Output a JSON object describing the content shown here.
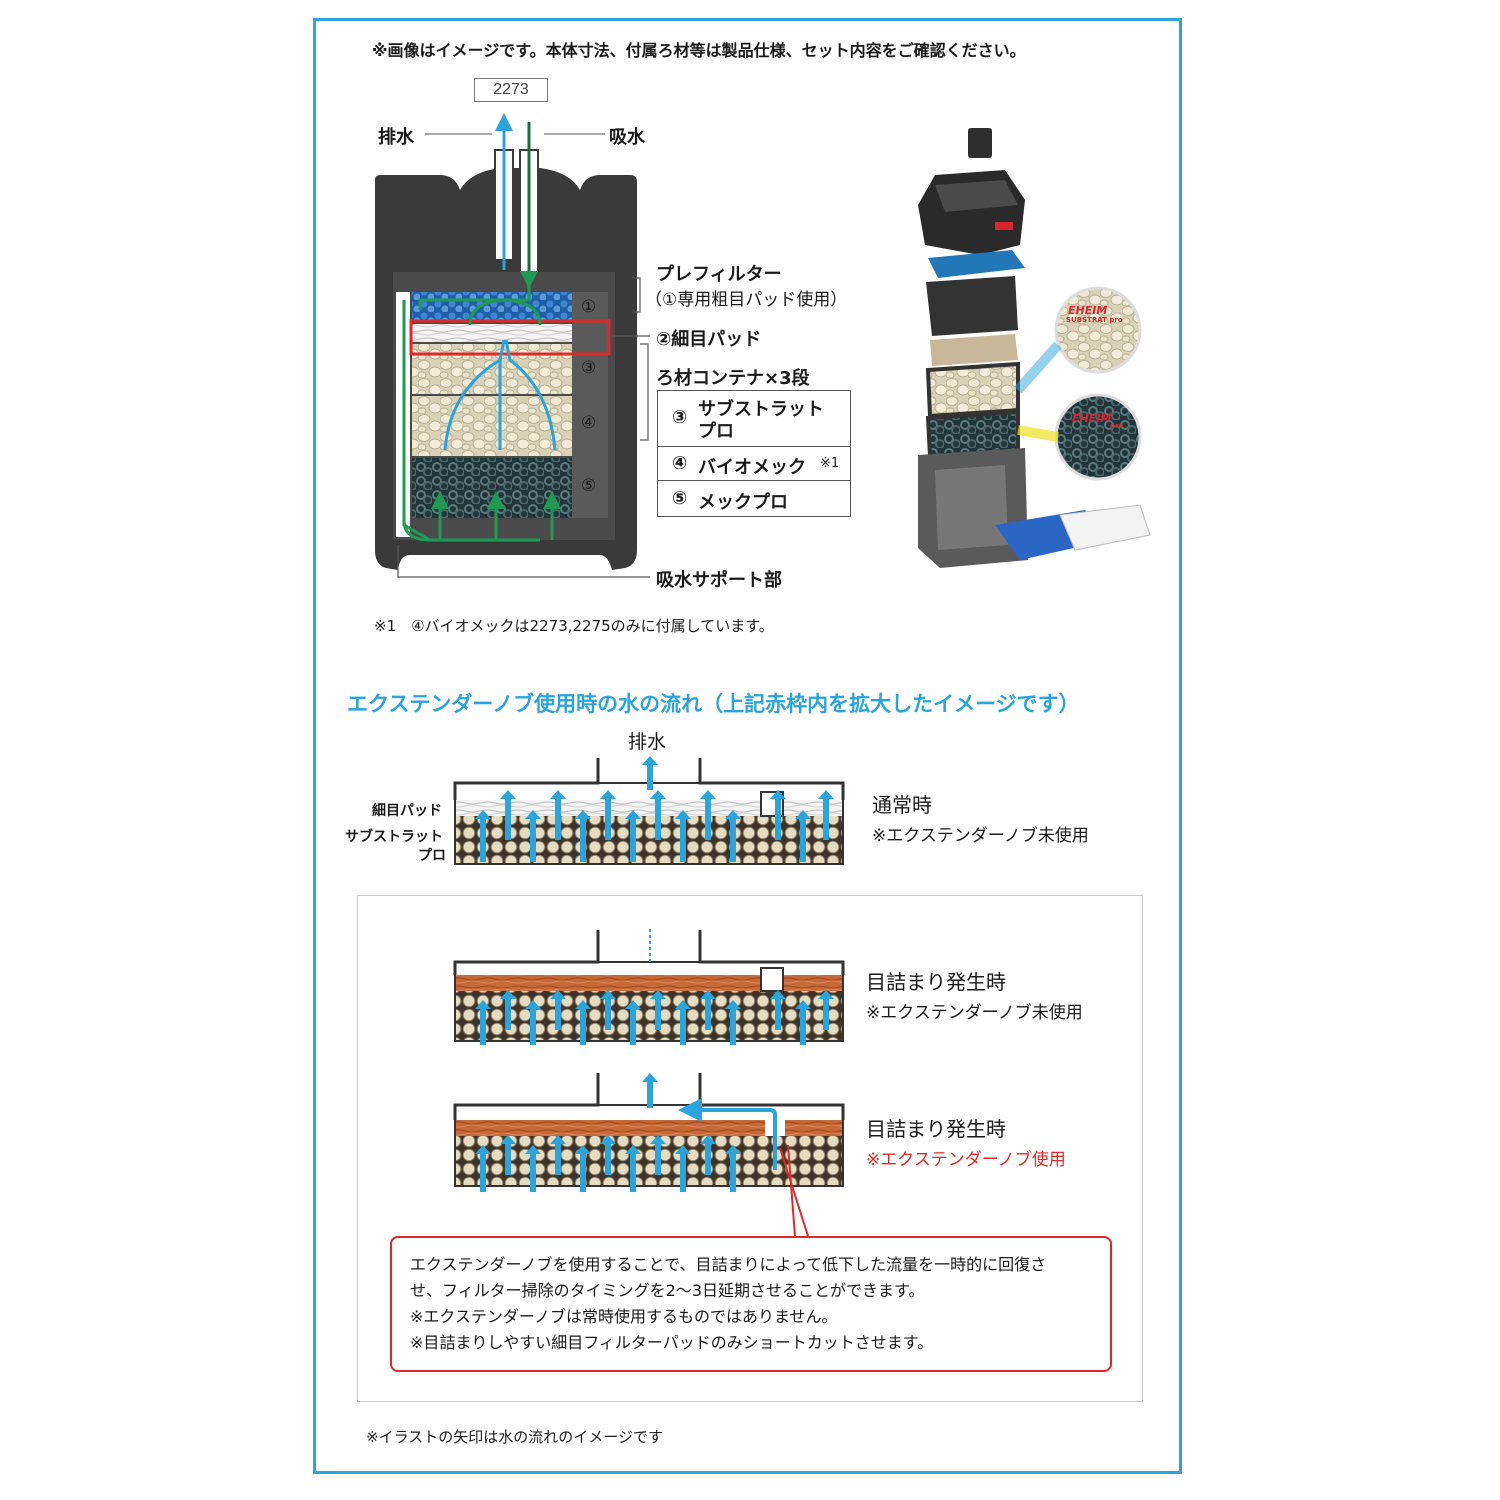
{
  "top_note": "※画像はイメージです。本体寸法、付属ろ材等は製品仕様、セット内容をご確認ください。",
  "model_number": "2273",
  "outlet_label": "排水",
  "inlet_label": "吸水",
  "layer_numbers": [
    "①",
    "②",
    "③",
    "④",
    "⑤"
  ],
  "prefilter_title": "プレフィルター",
  "prefilter_sub": "（①専用粗目パッド使用）",
  "fine_pad_label": "②細目パッド",
  "container_title": "ろ材コンテナ×3段",
  "media_items": [
    {
      "num": "③",
      "line1": "サブストラット",
      "line2": "プロ",
      "note": ""
    },
    {
      "num": "④",
      "line1": "バイオメック",
      "line2": "",
      "note": "※1"
    },
    {
      "num": "⑤",
      "line1": "メックプロ",
      "line2": "",
      "note": ""
    }
  ],
  "support_label": "吸水サポート部",
  "footnote_1": "※1　④バイオメックは2273,2275のみに付属しています。",
  "brand_badges": [
    {
      "brand": "EHEIM",
      "product": "SUBSTRAT pro"
    },
    {
      "brand": "EHEIM",
      "product": "pro"
    }
  ],
  "section_title": "エクステンダーノブ使用時の水の流れ（上記赤枠内を拡大したイメージです）",
  "flow_outlet_label": "排水",
  "left_labels": {
    "fine_pad": "細目パッド",
    "substrat_line1": "サブストラット",
    "substrat_line2": "プロ"
  },
  "states": [
    {
      "title": "通常時",
      "note": "※エクステンダーノブ未使用",
      "note_color": "#1a1a1a"
    },
    {
      "title": "目詰まり発生時",
      "note": "※エクステンダーノブ未使用",
      "note_color": "#1a1a1a"
    },
    {
      "title": "目詰まり発生時",
      "note": "※エクステンダーノブ使用",
      "note_color": "#e02828"
    }
  ],
  "callout_lines": [
    "エクステンダーノブを使用することで、目詰まりによって低下した流量を一時的に回復さ",
    "せ、フィルター掃除のタイミングを2～3日延期させることができます。",
    "※エクステンダーノブは常時使用するものではありません。",
    "※目詰まりしやすい細目フィルターパッドのみショートカットさせます。"
  ],
  "bottom_note": "※イラストの矢印は水の流れのイメージです",
  "colors": {
    "frame": "#2aa4dc",
    "flow_blue": "#2aa4dc",
    "flow_green": "#1f9a55",
    "dark_green": "#1a6e3a",
    "highlight_red": "#e02828",
    "clog_orange": "#c8693a",
    "housing": "#3a3a3a"
  }
}
